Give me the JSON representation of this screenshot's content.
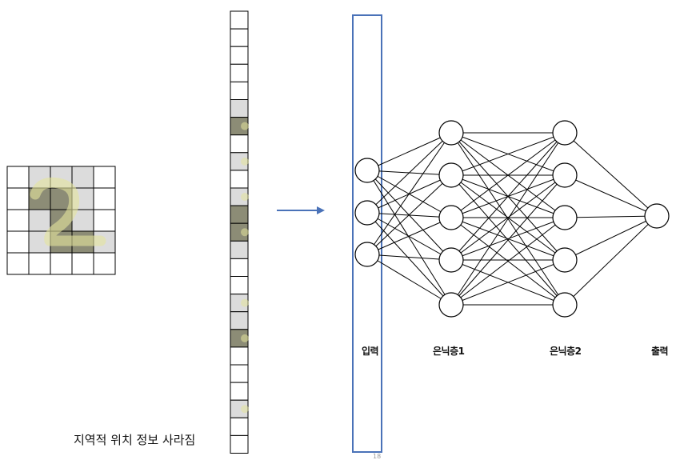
{
  "labels": {
    "caption": "지역적 위치 정보 사라짐",
    "input": "입력",
    "hidden1": "은닉층1",
    "hidden2": "은닉층2",
    "output": "출력",
    "page_number": "18"
  },
  "digit_image": {
    "rows": 5,
    "cols": 5,
    "digit": "2",
    "pixels": [
      [
        0,
        1,
        1,
        1,
        0
      ],
      [
        0,
        2,
        2,
        1,
        0
      ],
      [
        0,
        1,
        2,
        1,
        0
      ],
      [
        0,
        1,
        2,
        2,
        1
      ],
      [
        0,
        0,
        0,
        0,
        0
      ]
    ]
  },
  "flattened_vector": {
    "length": 25,
    "values": [
      0,
      0,
      0,
      0,
      0,
      1,
      2,
      0,
      1,
      0,
      1,
      2,
      2,
      1,
      0,
      0,
      1,
      1,
      2,
      0,
      0,
      0,
      1,
      0,
      0
    ]
  },
  "network": {
    "layers": [
      3,
      5,
      5,
      1
    ],
    "fully_connected": true
  },
  "colors": {
    "grid_line": "#000000",
    "pixel_light": "#dcdcdc",
    "pixel_dark": "#8c8c76",
    "digit_glow": "#e4e49c",
    "arrow": "#4a72b8",
    "input_box": "#4a72b8"
  }
}
